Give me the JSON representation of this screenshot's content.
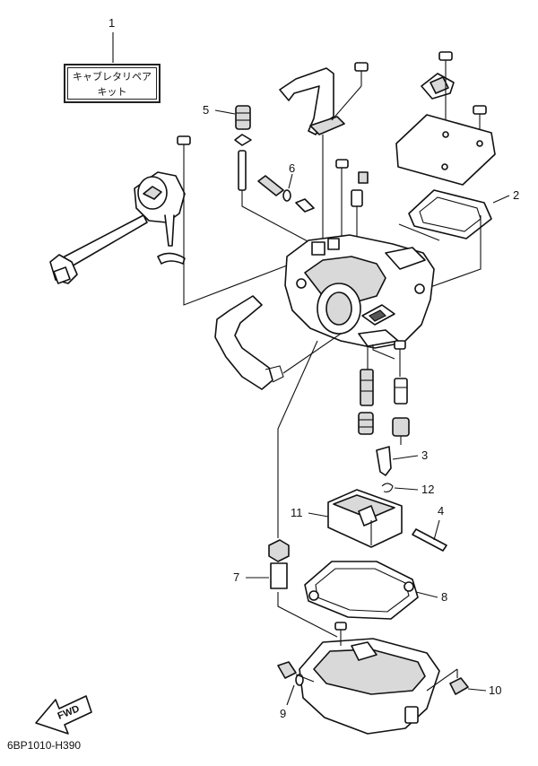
{
  "kit_label": {
    "line1": "キャブレタリペア",
    "line2": "キット"
  },
  "callouts": [
    {
      "id": "c1",
      "text": "1"
    },
    {
      "id": "c2",
      "text": "2"
    },
    {
      "id": "c3",
      "text": "3"
    },
    {
      "id": "c4",
      "text": "4"
    },
    {
      "id": "c5",
      "text": "5"
    },
    {
      "id": "c6",
      "text": "6"
    },
    {
      "id": "c7",
      "text": "7"
    },
    {
      "id": "c8",
      "text": "8"
    },
    {
      "id": "c9",
      "text": "9"
    },
    {
      "id": "c10",
      "text": "10"
    },
    {
      "id": "c11",
      "text": "11"
    },
    {
      "id": "c12",
      "text": "12"
    }
  ],
  "fwd_label": "FWD",
  "reference_code": "6BP1010-H390"
}
